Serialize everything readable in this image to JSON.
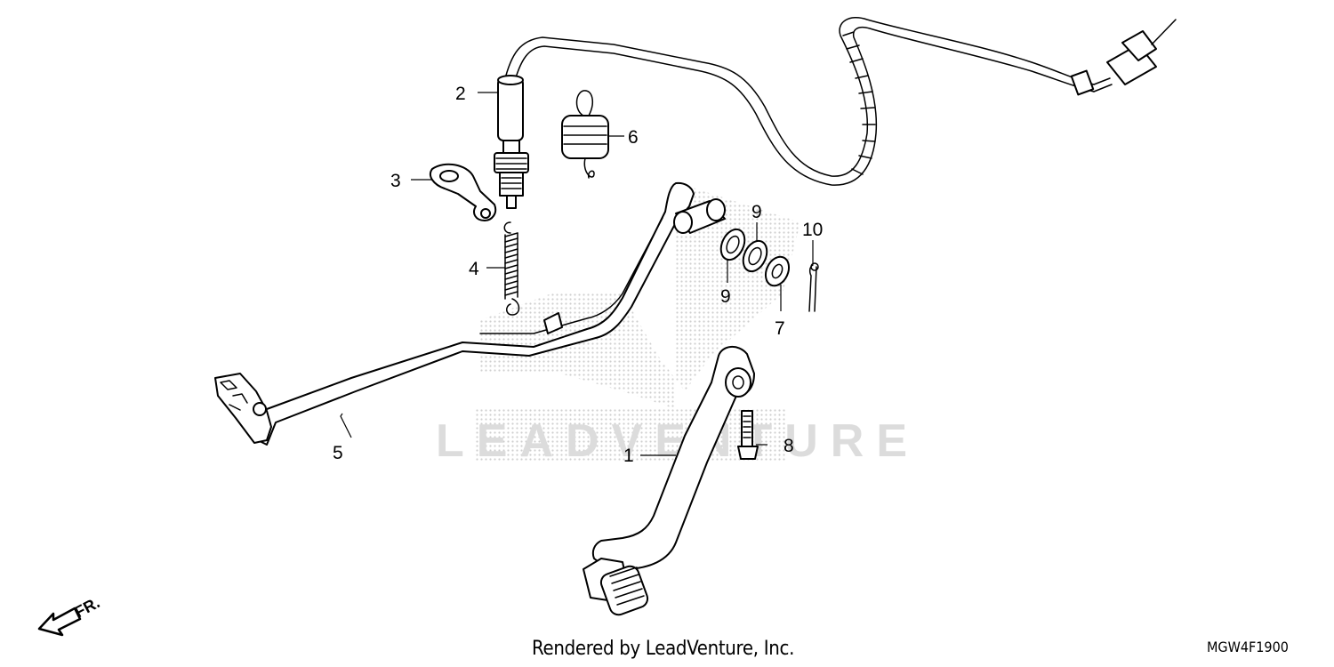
{
  "diagram": {
    "callouts": [
      {
        "id": "1",
        "label": "1"
      },
      {
        "id": "2",
        "label": "2"
      },
      {
        "id": "3",
        "label": "3"
      },
      {
        "id": "4",
        "label": "4"
      },
      {
        "id": "5",
        "label": "5"
      },
      {
        "id": "6",
        "label": "6"
      },
      {
        "id": "7",
        "label": "7"
      },
      {
        "id": "8",
        "label": "8"
      },
      {
        "id": "9a",
        "label": "9"
      },
      {
        "id": "9b",
        "label": "9"
      },
      {
        "id": "10",
        "label": "10"
      }
    ],
    "front_indicator": "FR.",
    "watermark": "LEADVENTURE"
  },
  "footer": {
    "rendered_by": "Rendered by LeadVenture, Inc.",
    "drawing_code": "MGW4F1900"
  },
  "colors": {
    "line": "#000000",
    "background": "#ffffff",
    "watermark": "#d8d8d8"
  }
}
